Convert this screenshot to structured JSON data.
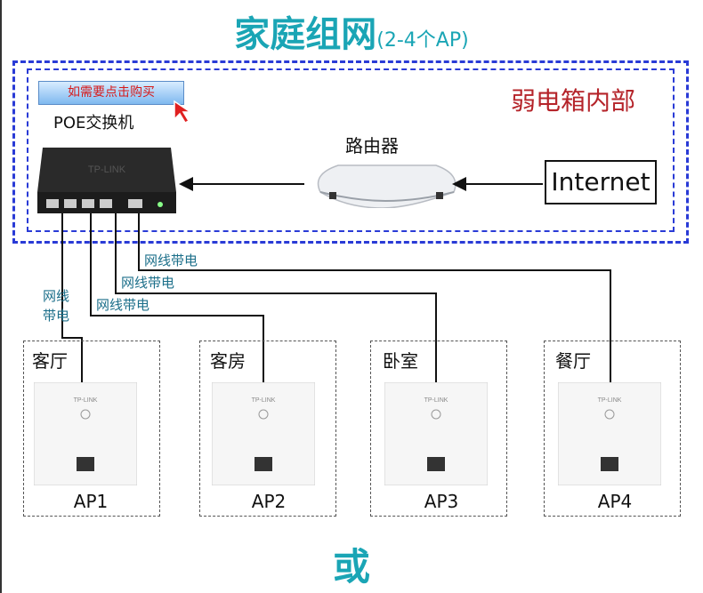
{
  "title": {
    "main": "家庭组网",
    "sub": "(2-4个AP)"
  },
  "buy_button": {
    "label": "如需要点击购买"
  },
  "cabinet_label": "弱电箱内部",
  "switch": {
    "label": "POE交换机",
    "brand": "TP-LINK"
  },
  "router": {
    "label": "路由器"
  },
  "internet": {
    "label": "Internet"
  },
  "wire_labels": {
    "ap1_line1": "网线",
    "ap1_line2": "带电",
    "ap2": "网线带电",
    "ap3": "网线带电",
    "ap4": "网线带电"
  },
  "rooms": [
    {
      "name": "客厅",
      "ap": "AP1"
    },
    {
      "name": "客房",
      "ap": "AP2"
    },
    {
      "name": "卧室",
      "ap": "AP3"
    },
    {
      "name": "餐厅",
      "ap": "AP4"
    }
  ],
  "ap_brand": "TP-LINK",
  "or_label": "或",
  "colors": {
    "accent": "#1aa5b5",
    "dashed_border": "#2a3bd6",
    "cabinet_text": "#b5242a",
    "wire_text": "#1c6f8a"
  }
}
